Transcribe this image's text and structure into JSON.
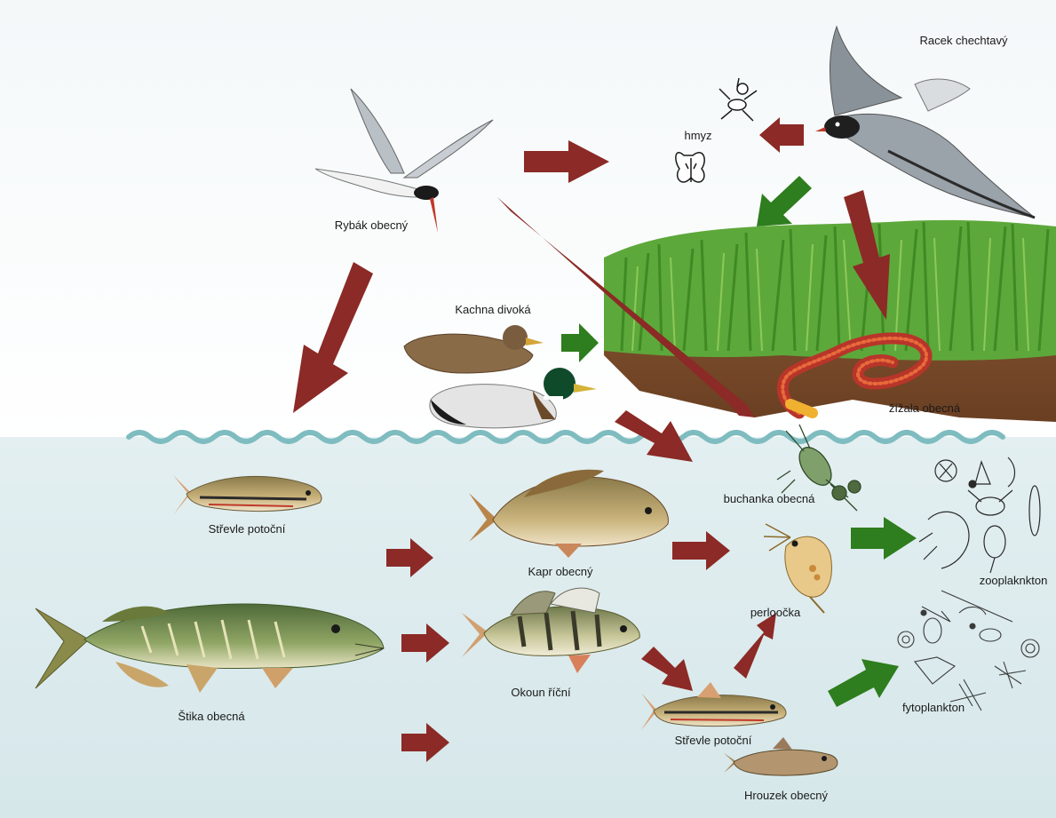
{
  "labels": {
    "racek": "Racek chechtavý",
    "hmyz": "hmyz",
    "rybak": "Rybák obecný",
    "kachna": "Kachna divoká",
    "zizala": "žížala obecná",
    "buchanka": "buchanka obecná",
    "strevle_top": "Střevle potoční",
    "kapr": "Kapr obecný",
    "perloocka": "perloočka",
    "zooplankton": "zooplaknkton",
    "stika": "Štika obecná",
    "okoun": "Okoun říční",
    "strevle_bottom": "Střevle potoční",
    "fytoplankton": "fytoplankton",
    "hrouzek": "Hrouzek obecný"
  },
  "colors": {
    "predation_arrow": "#8b2a26",
    "plant_food_arrow": "#2e7d1e",
    "water": "#dcebed",
    "wave": "#7fbcc0",
    "soil": "#7a4b2a",
    "grass": "#4c9a2a"
  },
  "icons": {
    "racek": "gull-icon",
    "rybak": "tern-icon",
    "hmyz": "insect-icon",
    "kachna": "duck-icon",
    "zizala": "earthworm-icon",
    "buchanka": "copepod-icon",
    "perloocka": "daphnia-icon",
    "zooplankton": "zooplankton-icon",
    "fytoplankton": "phytoplankton-icon",
    "fish": "fish-icon"
  }
}
